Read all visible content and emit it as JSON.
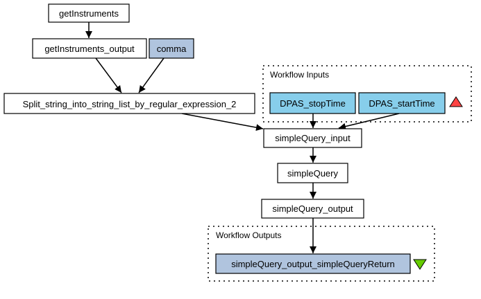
{
  "diagram": {
    "nodes": {
      "getInstruments": "getInstruments",
      "getInstruments_output": "getInstruments_output",
      "comma": "comma",
      "split": "Split_string_into_string_list_by_regular_expression_2",
      "stopTime": "DPAS_stopTime",
      "startTime": "DPAS_startTime",
      "sq_input": "simpleQuery_input",
      "sq": "simpleQuery",
      "sq_output": "simpleQuery_output",
      "sq_return": "simpleQuery_output_simpleQueryReturn"
    },
    "clusters": {
      "inputs": "Workflow Inputs",
      "outputs": "Workflow Outputs"
    },
    "colors": {
      "task_fill": "#ffffff",
      "constant_fill": "#b0c4de",
      "input_fill": "#87ceeb",
      "output_fill": "#b0c4de",
      "input_triangle": "#ff4444",
      "output_triangle": "#66cc00"
    },
    "icons": {
      "inputs": "triangle-up-icon",
      "outputs": "triangle-down-icon"
    }
  }
}
